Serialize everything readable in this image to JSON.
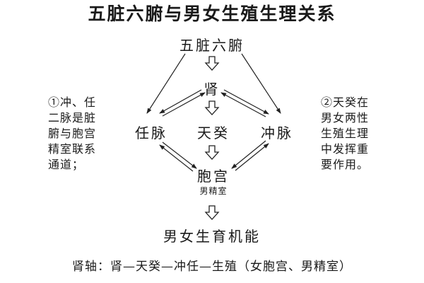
{
  "title": "五脏六腑与男女生殖生理关系",
  "nodes": {
    "organs": "五脏六腑",
    "kidney": "肾",
    "ren_vessel": "任脉",
    "tiangui": "天癸",
    "chong_vessel": "冲脉",
    "uterus": "胞宫",
    "uterus_sub": "男精室",
    "function": "男女生育机能"
  },
  "notes": {
    "left": [
      "①冲、任",
      "二脉是脏",
      "腑与胞宫",
      "精室联系",
      "通道；"
    ],
    "right": [
      "②天癸在",
      "男女两性",
      "生殖生理",
      "中发挥重",
      "要作用。"
    ]
  },
  "footer": "肾轴：肾—天癸—冲任—生殖（女胞宫、男精室）",
  "colors": {
    "text": "#1a1a1a",
    "line": "#222222",
    "background": "#ffffff"
  }
}
